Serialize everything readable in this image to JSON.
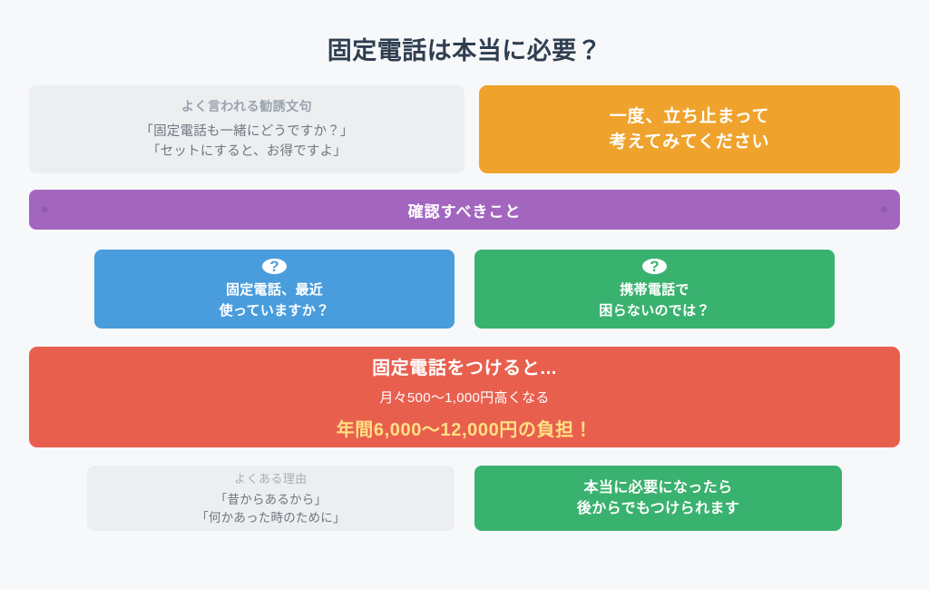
{
  "page": {
    "title": "固定電話は本当に必要？",
    "background_color": "#f7f8fa",
    "title_color": "#2f3e50"
  },
  "pitch_card": {
    "heading": "よく言われる勧誘文句",
    "line1": "「固定電話も一緒にどうですか？」",
    "line2": "「セットにすると、お得ですよ」",
    "background_color": "#eceef0"
  },
  "pause_card": {
    "line1": "一度、立ち止まって",
    "line2": "考えてみてください",
    "background_color": "#efa32d"
  },
  "check_banner": {
    "label": "確認すべきこと",
    "background_color": "#a366bf"
  },
  "questions": [
    {
      "icon": "question-mark-icon",
      "icon_glyph": "?",
      "line1": "固定電話、最近",
      "line2": "使っていますか？",
      "color": "#4a9ddd"
    },
    {
      "icon": "question-mark-icon",
      "icon_glyph": "?",
      "line1": "携帯電話で",
      "line2": "困らないのでは？",
      "color": "#3ab26f"
    }
  ],
  "cost": {
    "heading": "固定電話をつけると...",
    "monthly": "月々500〜1,000円高くなる",
    "yearly": "年間6,000〜12,000円の負担！",
    "background_color": "#e95f4e",
    "highlight_color": "#ffe083"
  },
  "reason_card": {
    "heading": "よくある理由",
    "line1": "「昔からあるから」",
    "line2": "「何かあった時のために」",
    "background_color": "#eceef0"
  },
  "later_card": {
    "line1": "本当に必要になったら",
    "line2": "後からでもつけられます",
    "background_color": "#3ab26f"
  }
}
